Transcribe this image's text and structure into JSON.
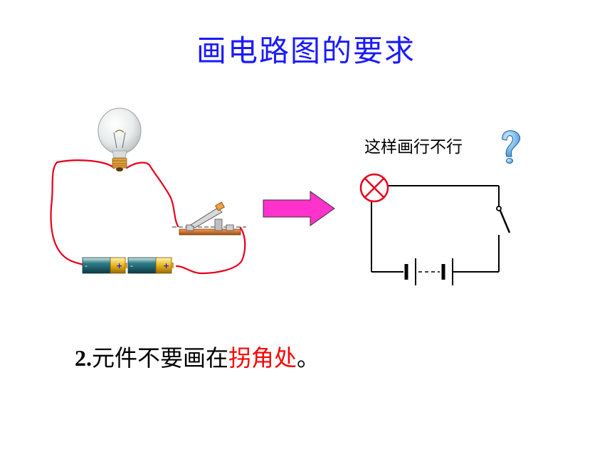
{
  "slide": {
    "title": "画电路图的要求",
    "question": "这样画行不行",
    "caption": {
      "number": "2.",
      "text_before": "元件不要画在",
      "highlight": "拐角处",
      "text_after": "。"
    }
  },
  "colors": {
    "title": "#1a1aff",
    "wire": "#e8001c",
    "arrow": "#ff33cc",
    "highlight": "#ff0000",
    "question_mark": "#4da6ff"
  },
  "icons": [
    "light-bulb-icon",
    "knife-switch-icon",
    "battery-icon",
    "question-mark-icon",
    "lamp-symbol-icon",
    "switch-symbol-icon",
    "battery-symbol-icon",
    "right-arrow-icon"
  ],
  "labels": {
    "battery_minus": "-",
    "battery_plus": "+"
  }
}
